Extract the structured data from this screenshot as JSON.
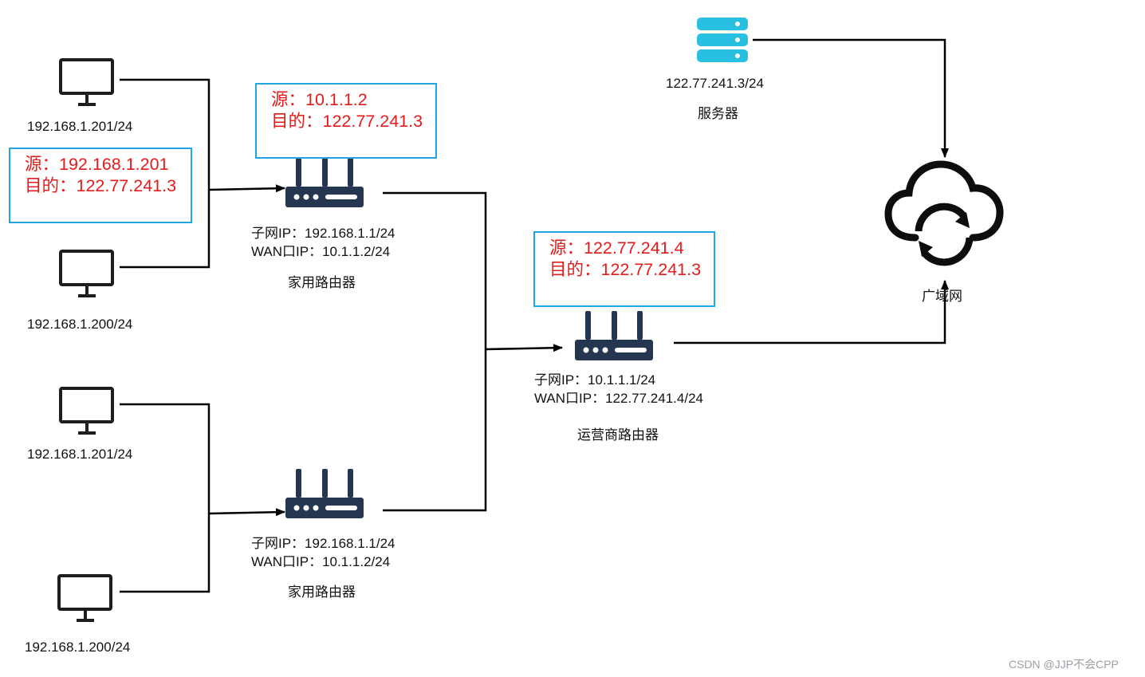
{
  "hosts": {
    "a1": "192.168.1.201/24",
    "a2": "192.168.1.200/24",
    "b1": "192.168.1.201/24",
    "b2": "192.168.1.200/24"
  },
  "home_router_1": {
    "subnet_ip": "子网IP：192.168.1.1/24",
    "wan_ip": "WAN口IP：10.1.1.2/24",
    "name": "家用路由器"
  },
  "home_router_2": {
    "subnet_ip": "子网IP：192.168.1.1/24",
    "wan_ip": "WAN口IP：10.1.1.2/24",
    "name": "家用路由器"
  },
  "isp_router": {
    "subnet_ip": "子网IP：10.1.1.1/24",
    "wan_ip": "WAN口IP：122.77.241.4/24",
    "name": "运营商路由器"
  },
  "server": {
    "ip": "122.77.241.3/24",
    "name": "服务器"
  },
  "wan": {
    "name": "广域网"
  },
  "packets": {
    "host_packet": {
      "src": "源：192.168.1.201",
      "dst": "目的：122.77.241.3"
    },
    "home_router_packet": {
      "src": "源：10.1.1.2",
      "dst": "目的：122.77.241.3"
    },
    "isp_packet": {
      "src": "源：122.77.241.4",
      "dst": "目的：122.77.241.3"
    }
  },
  "watermark": "CSDN @JJP不会CPP",
  "colors": {
    "packet_text": "#e51b1b",
    "packet_border": "#1ea7e1",
    "device": "#253651",
    "server": "#29bfe0"
  },
  "icons": {
    "host": "monitor-icon",
    "router": "router-icon",
    "server": "server-icon",
    "wan": "cloud-sync-icon"
  }
}
